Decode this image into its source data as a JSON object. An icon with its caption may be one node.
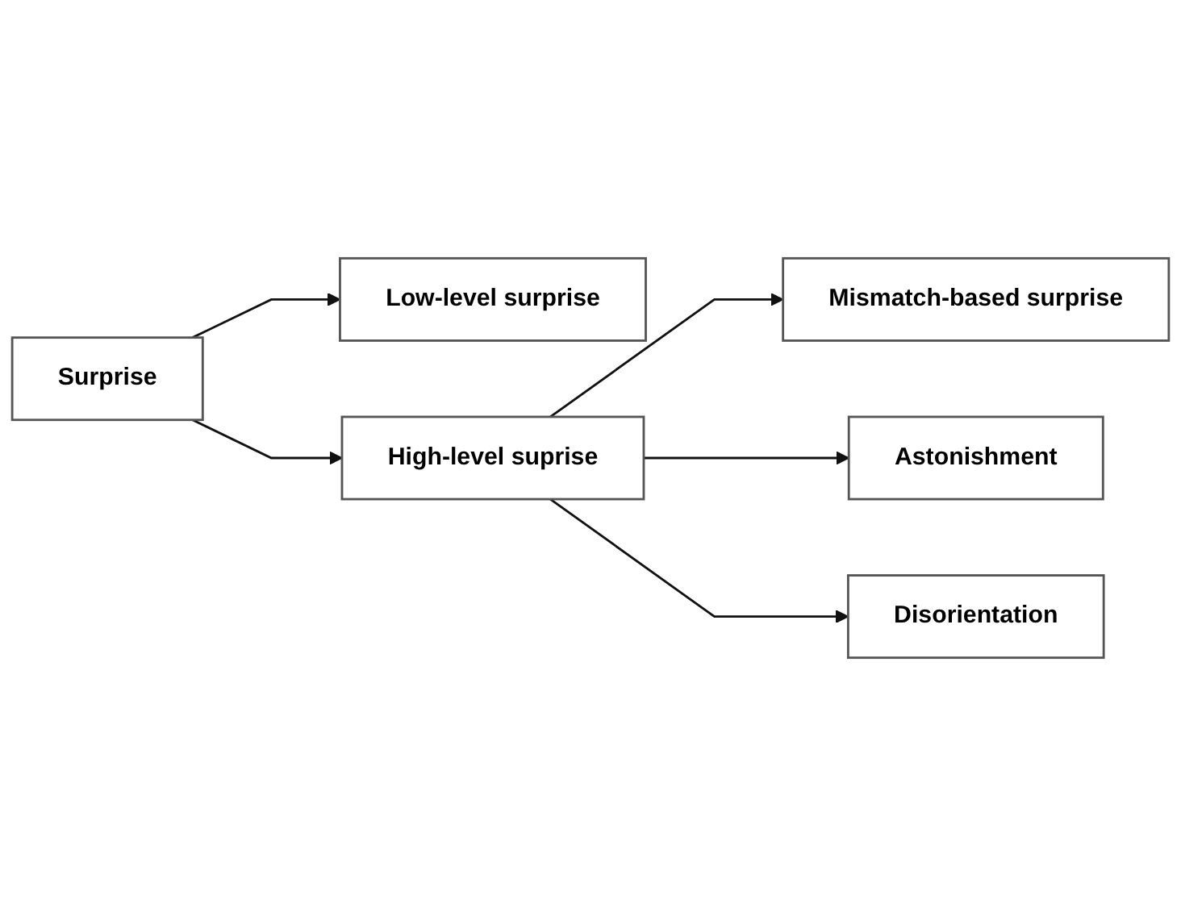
{
  "diagram": {
    "nodes": [
      {
        "text": [
          "Surprise"
        ]
      },
      {
        "text": [
          "Low-level surprise"
        ]
      },
      {
        "text": [
          "High-level suprise"
        ]
      },
      {
        "text": [
          "Mismatch-based surprise"
        ]
      },
      {
        "text": [
          "Astonishment"
        ]
      },
      {
        "text": [
          "Disorientation"
        ]
      }
    ],
    "edges": [
      {
        "from": 0,
        "to": 1,
        "arrow": "to"
      },
      {
        "from": 0,
        "to": 2,
        "arrow": "to"
      },
      {
        "from": 2,
        "to": 3,
        "arrow": "to"
      },
      {
        "from": 2,
        "to": 4,
        "arrow": "to"
      },
      {
        "from": 2,
        "to": 5,
        "arrow": "to"
      }
    ]
  }
}
